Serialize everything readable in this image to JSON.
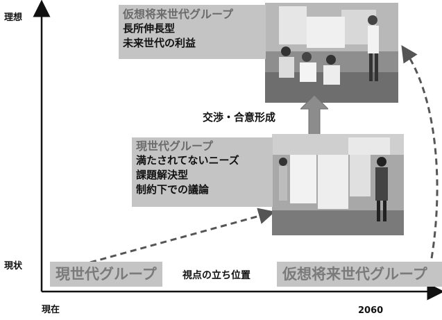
{
  "axes": {
    "y_top_label": "理想",
    "y_bottom_label": "現状",
    "x_left_label": "現在",
    "x_right_label": "2060"
  },
  "future_box": {
    "title": "仮想将来世代グループ",
    "lines": [
      "長所伸長型",
      "未来世代の利益"
    ]
  },
  "current_box": {
    "title": "現世代グループ",
    "lines": [
      "満たされてないニーズ",
      "課題解決型",
      "制約下での議論"
    ]
  },
  "negotiation_label": "交渉・合意形成",
  "bottom": {
    "left_box": "現世代グループ",
    "middle_label": "視点の立ち位置",
    "right_box": "仮想将来世代グループ"
  }
}
